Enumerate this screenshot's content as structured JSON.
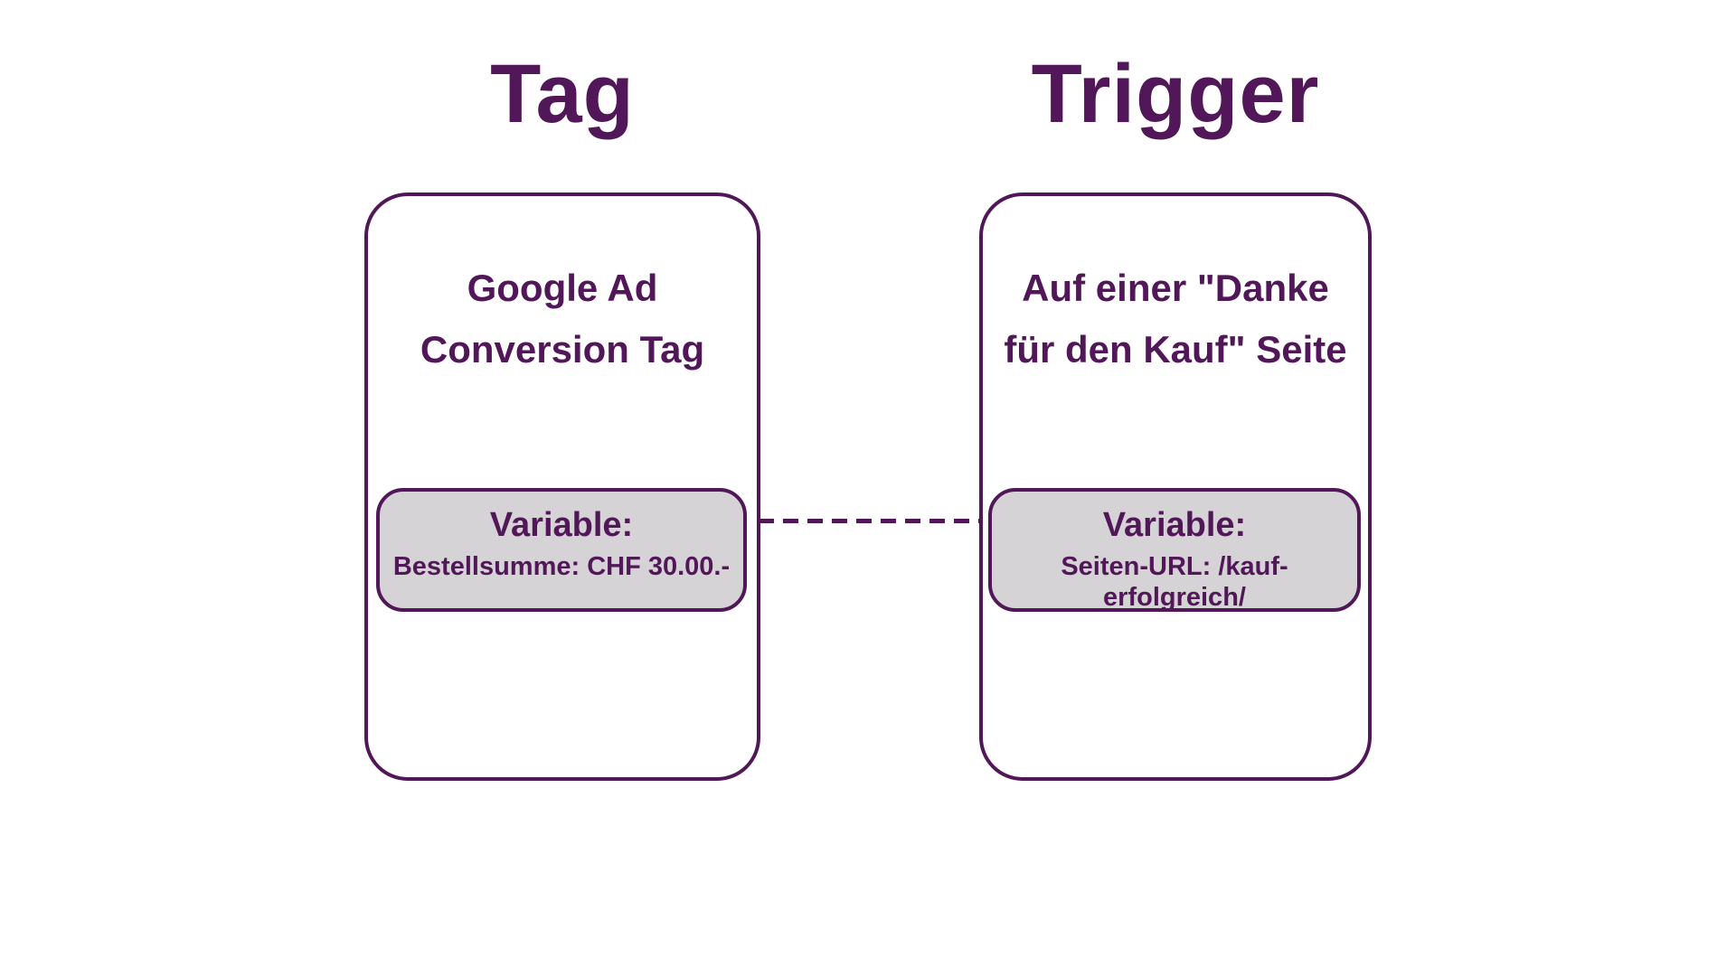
{
  "colors": {
    "purple": "#511758",
    "gray_fill": "#D6D3D6",
    "background": "#ffffff"
  },
  "columns": [
    {
      "title": "Tag",
      "heading_line1": "Google Ad",
      "heading_line2": "Conversion Tag",
      "variable_label": "Variable:",
      "variable_value": "Bestellsumme: CHF 30.00.-"
    },
    {
      "title": "Trigger",
      "heading_line1": "Auf einer \"Danke",
      "heading_line2": "für den Kauf\" Seite",
      "variable_label": "Variable:",
      "variable_value": "Seiten-URL: /kauf-erfolgreich/"
    }
  ],
  "connector": {
    "type": "dashed-line"
  }
}
